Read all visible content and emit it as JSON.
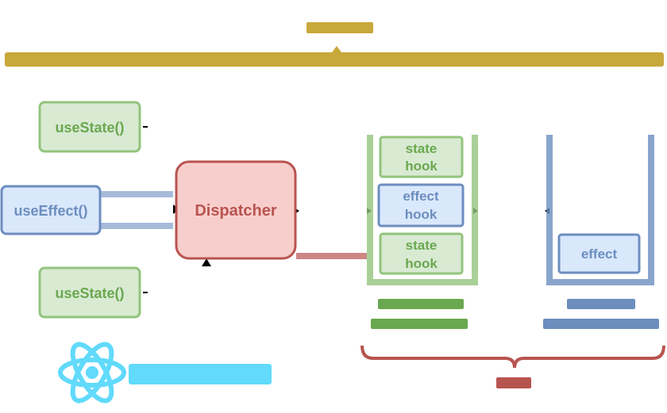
{
  "colors": {
    "green_fill": "#d9ead3",
    "green_stroke": "#93c47d",
    "green_text": "#6aa84f",
    "blue_fill": "#dae8fc",
    "blue_stroke": "#6c8ebf",
    "red_fill": "#f8cecc",
    "red_stroke": "#b85450",
    "red_text": "#b85450",
    "gold": "#c8a83a",
    "react_cyan": "#61dafb",
    "arrow": "#000000"
  },
  "hooks": {
    "use_state_top": "useState()",
    "use_effect": "useEffect()",
    "use_state_bottom": "useState()"
  },
  "dispatcher": {
    "label": "Dispatcher"
  },
  "state_stack": {
    "items": [
      {
        "line1": "state",
        "line2": "hook"
      },
      {
        "line1": "effect",
        "line2": "hook"
      },
      {
        "line1": "state",
        "line2": "hook"
      }
    ]
  },
  "effects_stack": {
    "item": "effect"
  }
}
